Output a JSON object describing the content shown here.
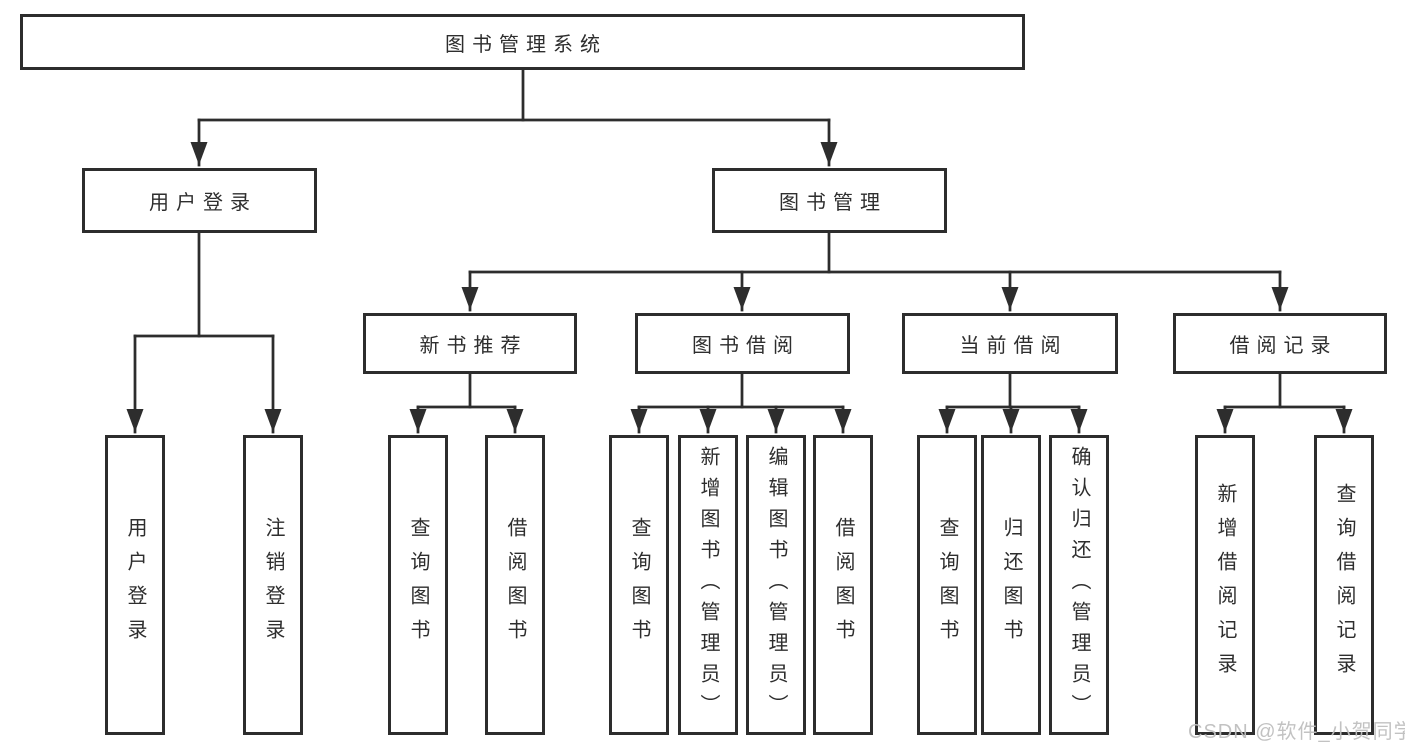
{
  "tree": {
    "root": "图书管理系统",
    "branches": [
      {
        "label": "用户登录",
        "leaves": [
          "用户登录",
          "注销登录"
        ]
      },
      {
        "label": "图书管理",
        "groups": [
          {
            "label": "新书推荐",
            "leaves": [
              "查询图书",
              "借阅图书"
            ]
          },
          {
            "label": "图书借阅",
            "leaves": [
              "查询图书",
              "新增图书（管理员）",
              "编辑图书（管理员）",
              "借阅图书"
            ]
          },
          {
            "label": "当前借阅",
            "leaves": [
              "查询图书",
              "归还图书",
              "确认归还（管理员）"
            ]
          },
          {
            "label": "借阅记录",
            "leaves": [
              "新增借阅记录",
              "查询借阅记录"
            ]
          }
        ]
      }
    ]
  },
  "watermark": "CSDN @软件_小贺同学",
  "colors": {
    "line": "#2d2d2d",
    "box_border": "#2d2d2d",
    "text": "#2e2e2e",
    "background": "#ffffff",
    "watermark": "#bfbfbf"
  }
}
